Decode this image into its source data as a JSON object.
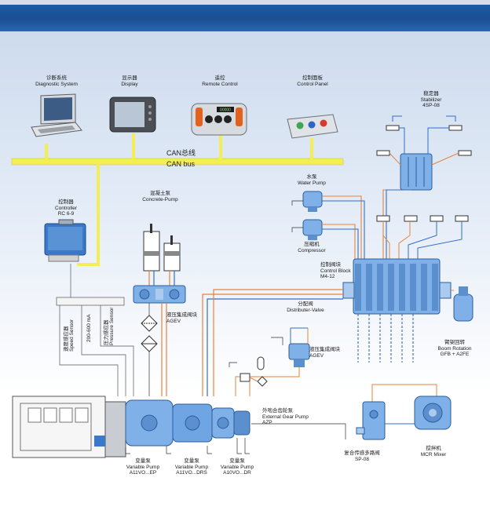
{
  "can_bus": {
    "cn": "CAN总线",
    "en": "CAN bus"
  },
  "devices": {
    "diagnostic": {
      "cn": "诊断系统",
      "en": "Diagnostic System"
    },
    "display": {
      "cn": "显示器",
      "en": "Display"
    },
    "remote": {
      "cn": "遥控",
      "en": "Remote Control",
      "screen": "00000"
    },
    "control_panel": {
      "cn": "控制面板",
      "en": "Control Panel"
    },
    "controller": {
      "cn": "控制器",
      "en": "Controller",
      "model": "RC 6-9"
    },
    "concrete_pump": {
      "cn": "混凝土泵",
      "en": "Concrete-Pump"
    },
    "agev_left": {
      "cn": "液压集成阀块",
      "en": "AGEV"
    },
    "agev_right": {
      "cn": "液压集成阀块",
      "en": "AGEV"
    },
    "water_pump": {
      "cn": "水泵",
      "en": "Water Pump"
    },
    "compressor": {
      "cn": "压缩机",
      "en": "Compressor"
    },
    "control_block": {
      "cn": "控制阀块",
      "en": "Control Block",
      "model": "M4-12"
    },
    "stabilizer": {
      "cn": "稳定器",
      "en": "Stabilizer",
      "model": "4SP-08"
    },
    "distributer": {
      "cn": "分配阀",
      "en": "Distributer-Valve"
    },
    "boom_rotation": {
      "cn": "臂架回转",
      "en": "Boom Rotation",
      "model": "GFB + A2FE"
    },
    "gear_pump": {
      "cn": "外啮合齿轮泵",
      "en": "External Gear Pump",
      "model": "AZP"
    },
    "sp08": {
      "cn": "复合传感多路阀",
      "model": "SP-08"
    },
    "mixer": {
      "cn": "搅拌机",
      "en": "MCR Mixer"
    },
    "pump1": {
      "cn": "变量泵",
      "en": "Variable Pump",
      "model": "A11VO...EP"
    },
    "pump2": {
      "cn": "变量泵",
      "en": "Variable Pump",
      "model": "A11VO...DRS"
    },
    "pump3": {
      "cn": "变量泵",
      "en": "Variable Pump",
      "model": "A10VO...DR"
    }
  },
  "sensors": {
    "speed": {
      "cn": "速度感应器",
      "en": "Speed Sensor"
    },
    "current": {
      "text": "200-600 mA"
    },
    "pressure": {
      "cn": "压力感应器",
      "en": "Pressure Sensor"
    }
  },
  "colors": {
    "can_bus": "#f3ee55",
    "hydraulic_orange": "#e8833a",
    "hydraulic_blue": "#2d6fcf",
    "header": "#1f5fa8",
    "valve_blue": "#7fb1e8"
  }
}
